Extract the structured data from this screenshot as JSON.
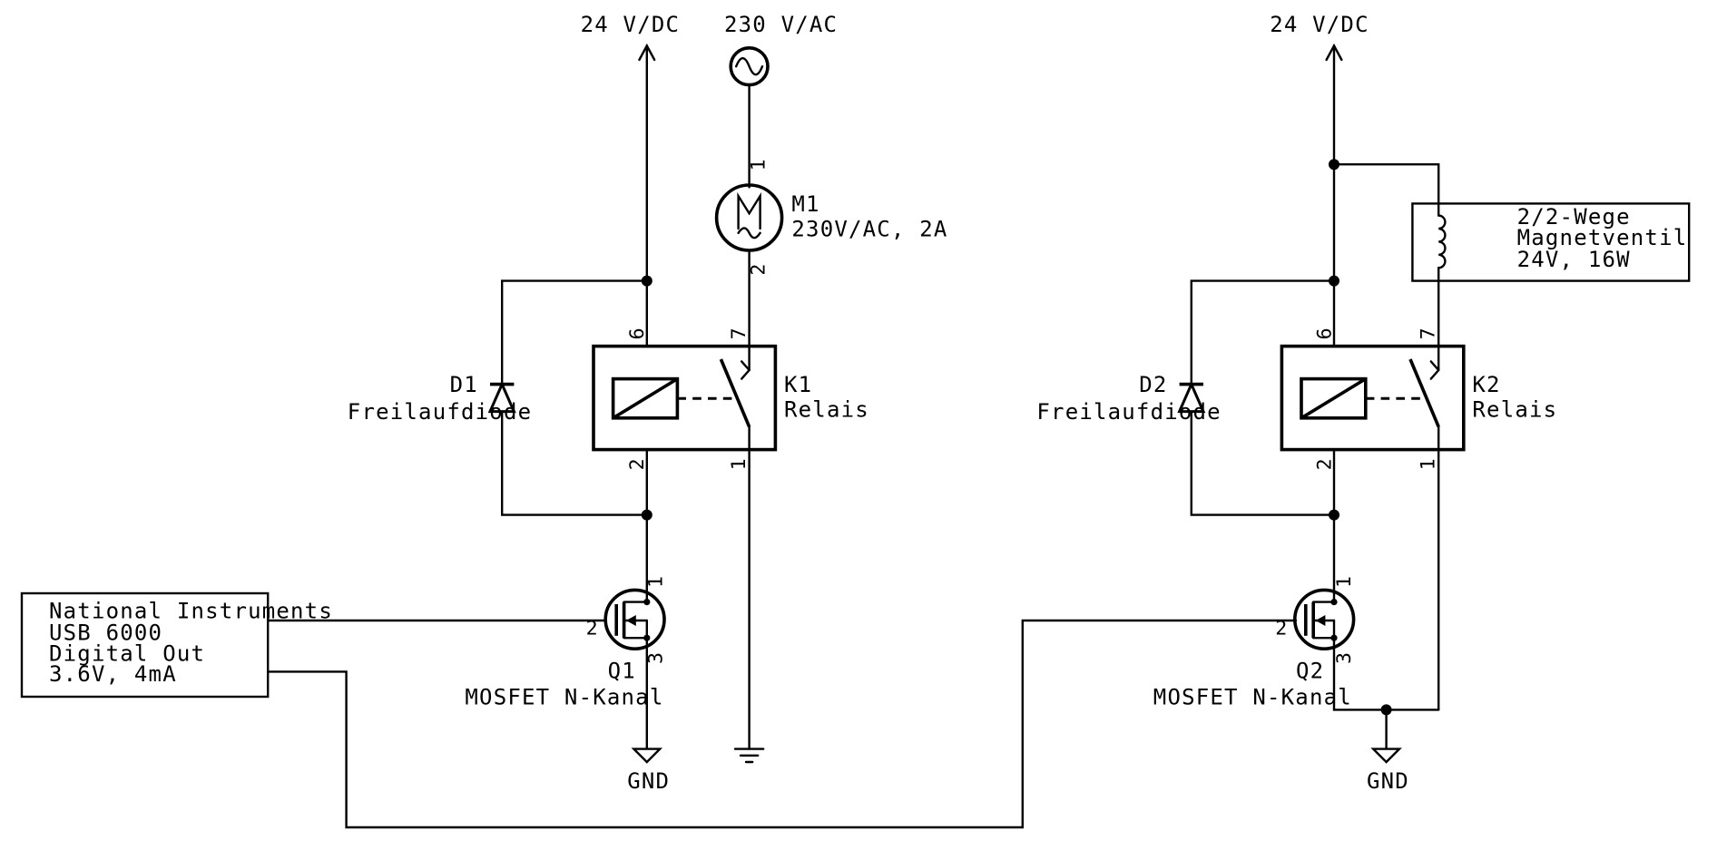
{
  "labels": {
    "supply_24v_left": "24 V/DC",
    "supply_230v": "230 V/AC",
    "supply_24v_right": "24 V/DC",
    "m1_ref": "M1",
    "m1_value": "230V/AC, 2A",
    "d1_ref": "D1",
    "d1_value": "Freilaufdiode",
    "k1_ref": "K1",
    "k1_value": "Relais",
    "q1_ref": "Q1",
    "q1_value": "MOSFET N-Kanal",
    "gnd_left": "GND",
    "d2_ref": "D2",
    "d2_value": "Freilaufdiode",
    "k2_ref": "K2",
    "k2_value": "Relais",
    "q2_ref": "Q2",
    "q2_value": "MOSFET N-Kanal",
    "gnd_right": "GND",
    "valve_line1": "2/2-Wege",
    "valve_line2": "Magnetventil",
    "valve_line3": "24V, 16W",
    "ni_line1": "National Instruments",
    "ni_line2": "USB 6000",
    "ni_line3": "Digital Out",
    "ni_line4": "3.6V, 4mA"
  },
  "pins": {
    "m1_pin1": "1",
    "m1_pin2": "2",
    "k1_pin6": "6",
    "k1_pin7": "7",
    "k1_pin2": "2",
    "k1_pin1": "1",
    "q1_pin1": "1",
    "q1_pin2": "2",
    "q1_pin3": "3",
    "k2_pin6": "6",
    "k2_pin7": "7",
    "k2_pin2": "2",
    "k2_pin1": "1",
    "q2_pin1": "1",
    "q2_pin2": "2",
    "q2_pin3": "3"
  },
  "icons": {
    "ac_source": "ac-source-icon",
    "motor": "motor-icon",
    "relay": "relay-icon",
    "diode": "diode-icon",
    "mosfet": "mosfet-icon",
    "ground": "ground-icon",
    "earth": "earth-ground-icon",
    "inductor": "inductor-icon"
  }
}
